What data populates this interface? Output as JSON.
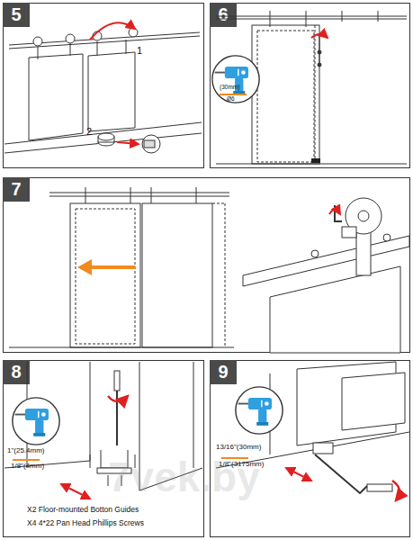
{
  "diagram": {
    "nodes": [
      {
        "text": [
          "5"
        ]
      },
      {
        "text": [
          "6"
        ]
      },
      {
        "text": [
          "7"
        ]
      },
      {
        "text": [
          "8"
        ]
      },
      {
        "text": [
          "9"
        ]
      }
    ],
    "labels": [
      "1",
      "2",
      "(30mm)",
      "Ø6",
      "1\"(25.4mm)",
      "1/8\"(4mm)",
      "X2 Floor-mounted Botton Guides",
      "X4 4*22 Pan Head Phillips Screws",
      "13/16\"(30mm)",
      "1/8\"(3175mm)",
      "7vek.by"
    ]
  }
}
